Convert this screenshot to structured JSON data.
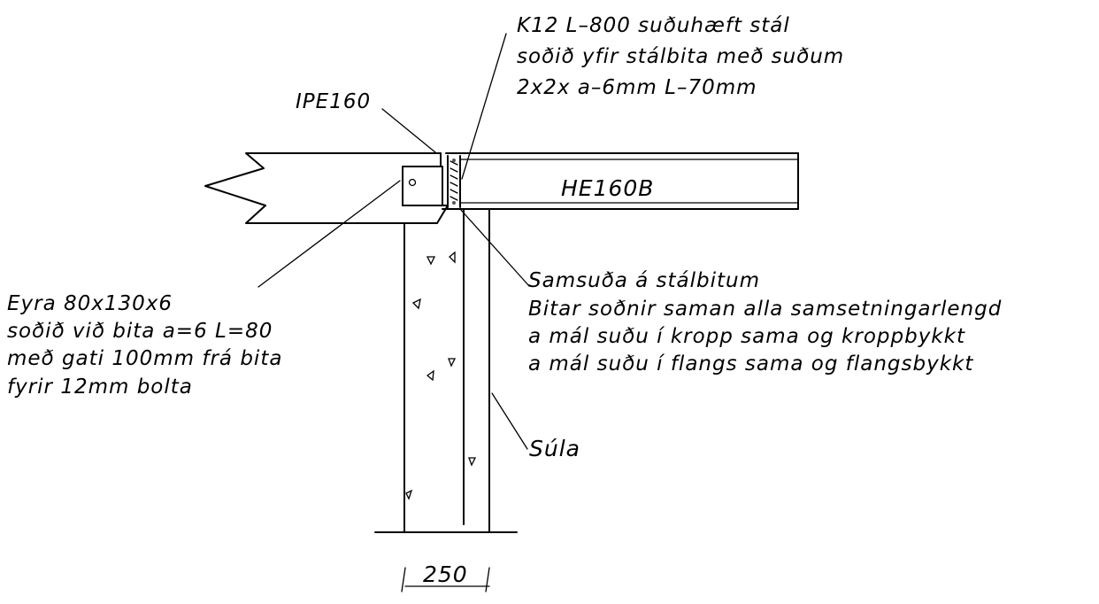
{
  "labels": {
    "k12": [
      "K12 L–800 suðuhæft stál",
      "soðið yfir stálbita með suðum",
      "2x2x  a–6mm  L–70mm"
    ],
    "ipe160": "IPE160",
    "he160b": "HE160B",
    "eyra": [
      "Eyra 80x130x6",
      "soðið við bita a=6 L=80",
      "með gati 100mm frá bita",
      "fyrir 12mm bolta"
    ],
    "samsuda": [
      "Samsuða á stálbitum",
      "Bitar soðnir saman alla samsetningarlengd",
      "a mál suðu í kropp sama og kroppbykkt",
      "a mál suðu í flangs sama og flangsbykkt"
    ],
    "sula": "Súla",
    "dimension": "250"
  }
}
